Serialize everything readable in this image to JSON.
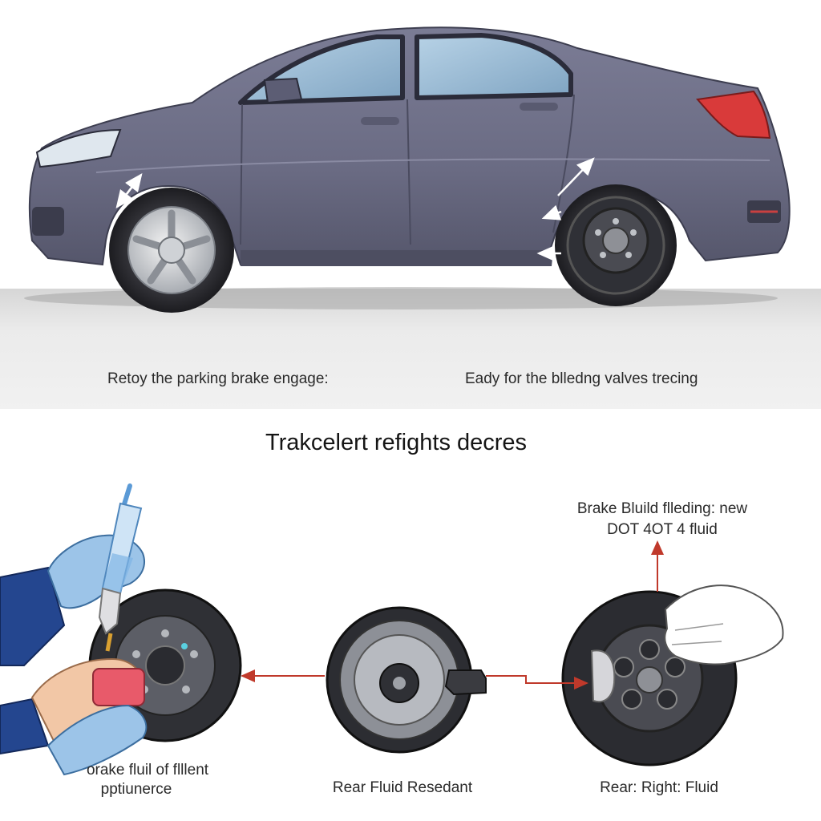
{
  "top_panel": {
    "left_caption": "Retoy the parking brake engage:",
    "right_caption": "Eady for the blledng valves trecing"
  },
  "heading": "Trakcelert refights decres",
  "steps": [
    {
      "caption_line1": "orake fluil of flllent",
      "caption_line2": "pptiunerce"
    },
    {
      "caption_line1": "Rear Fluid Resedant"
    },
    {
      "caption_line1": "Rear: Right: Fluid"
    }
  ],
  "callout": {
    "line1": "Brake Bluild flleding: new",
    "line2": "DOT 4OT 4 fluid"
  },
  "colors": {
    "car_body": "#6d6e86",
    "arrow_red": "#c0392b",
    "glove_blue": "#9cc4e8",
    "sleeve_navy": "#24468f",
    "road_gray": "#e6e6e6",
    "bottle_red": "#e85a6a"
  }
}
